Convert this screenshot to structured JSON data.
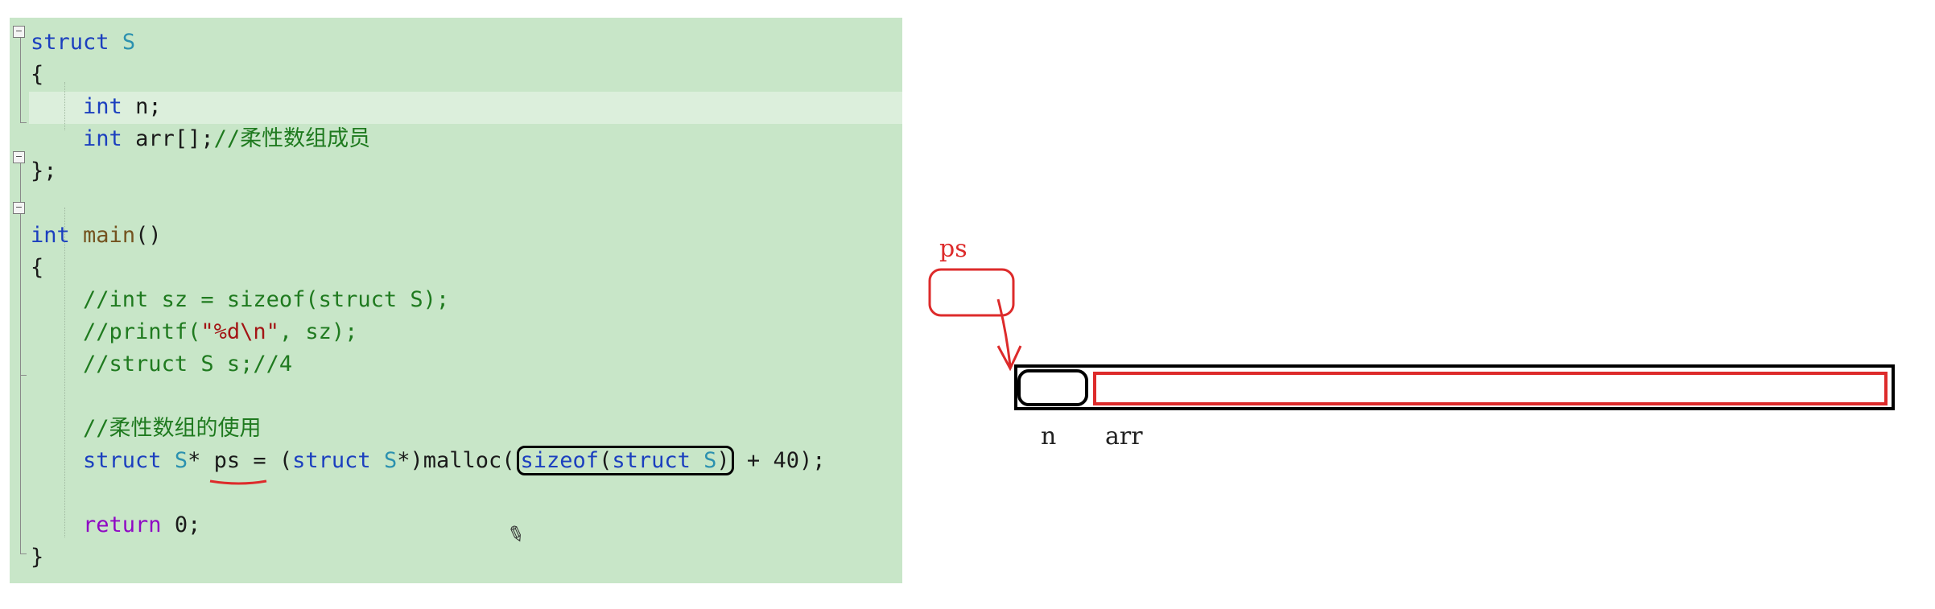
{
  "code": {
    "line1": {
      "kw": "struct",
      "name": "S"
    },
    "line2": "{",
    "line3": {
      "kw": "int",
      "rest": " n;"
    },
    "line4": {
      "kw": "int",
      "rest": " arr[];",
      "comment": "//柔性数组成员"
    },
    "line5": "};",
    "line6": {
      "kw": "int",
      "fn": "main",
      "rest": "()"
    },
    "line7": "{",
    "line8": "//int sz = sizeof(struct S);",
    "line9": {
      "c1": "//printf(",
      "c2": "\"%d\\n\"",
      "c3": ", sz);"
    },
    "line10": "//struct S s;//4",
    "line11": "//柔性数组的使用",
    "line12": {
      "kw1": "struct",
      "ty1": " S",
      "p1": "* ",
      "var": "ps",
      "p2": " = (",
      "kw2": "struct",
      "ty2": " S",
      "p3": "*)malloc(",
      "circ_kw": "sizeof",
      "circ_p1": "(",
      "circ_kw2": "struct",
      "circ_ty": " S",
      "circ_p2": ")",
      "p4": " + 40);"
    },
    "line13": {
      "kw": "return",
      "rest": " 0;"
    },
    "line14": "}"
  },
  "diagram": {
    "pointer_label": "ps",
    "label_n": "n",
    "label_arr": "arr",
    "colors": {
      "red": "#dd2b2b",
      "black": "#000000"
    }
  }
}
